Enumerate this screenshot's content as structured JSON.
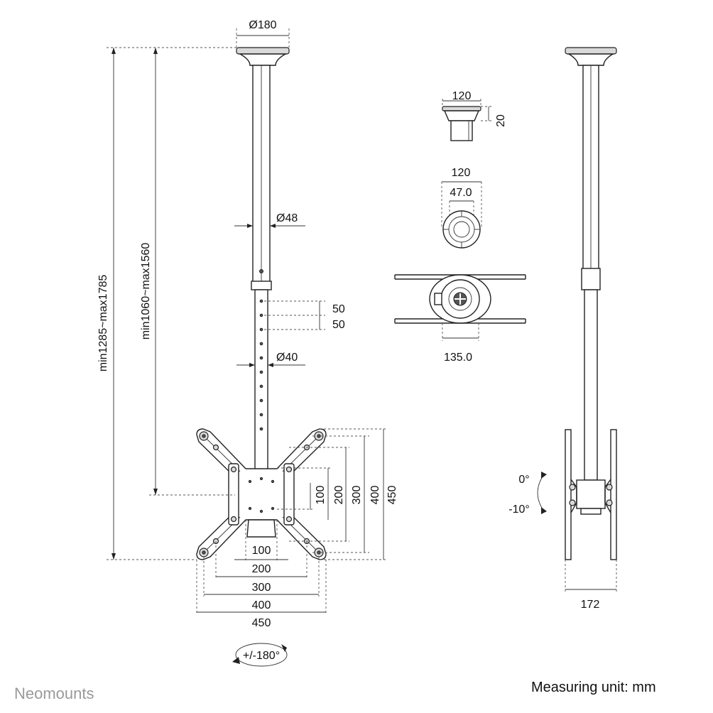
{
  "brand": {
    "name": "Neomounts"
  },
  "footer": {
    "unit_label": "Measuring unit: mm"
  },
  "dimensions": {
    "ceiling_plate_diameter": "Ø180",
    "overall_height": "min1285~max1785",
    "pole_height": "min1060~max1560",
    "outer_tube_diameter": "Ø48",
    "inner_tube_diameter": "Ø40",
    "hole_spacing_upper": "50",
    "hole_spacing_lower": "50",
    "vesa_v_100": "100",
    "vesa_v_200": "200",
    "vesa_v_300": "300",
    "vesa_v_400": "400",
    "vesa_v_450": "450",
    "vesa_h_100": "100",
    "vesa_h_200": "200",
    "vesa_h_300": "300",
    "vesa_h_400": "400",
    "vesa_h_450": "450",
    "rotation": "+/-180°",
    "plate_width": "120",
    "plate_thickness": "20",
    "plate_top_width": "120",
    "plate_bore": "47.0",
    "clamp_width": "135.0",
    "tilt_up": "0°",
    "tilt_down": "-10°",
    "side_depth": "172"
  }
}
